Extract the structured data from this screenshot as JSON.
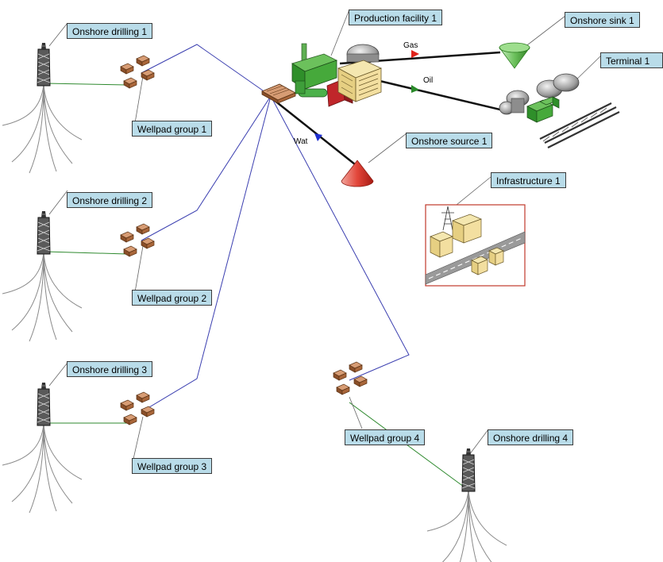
{
  "colors": {
    "label_fill": "#b9dce9",
    "pipeline_blue": "#3b3fb0",
    "connection_green": "#2f8a2f",
    "flow_black": "#111111",
    "gas_arrow": "#e0231b",
    "oil_arrow": "#2a8a2a",
    "water_arrow": "#1f2fd0",
    "infrastructure_border": "#c0392b"
  },
  "labels": {
    "onshore_drilling_1": "Onshore drilling 1",
    "onshore_drilling_2": "Onshore drilling 2",
    "onshore_drilling_3": "Onshore drilling 3",
    "onshore_drilling_4": "Onshore drilling 4",
    "wellpad_group_1": "Wellpad group  1",
    "wellpad_group_2": "Wellpad group 2",
    "wellpad_group_3": "Wellpad group 3",
    "wellpad_group_4": "Wellpad group 4",
    "production_facility_1": "Production facility 1",
    "onshore_sink_1": "Onshore sink 1",
    "terminal_1": "Terminal  1",
    "onshore_source_1": "Onshore source 1",
    "infrastructure_1": "Infrastructure  1"
  },
  "flows": {
    "gas": "Gas",
    "oil": "Oil",
    "water": "Wat"
  },
  "icons": {
    "drilling": "drilling-rig-icon",
    "wellpad": "wellpad-group-icon",
    "facility": "production-facility-icon",
    "sink": "sink-cone-icon",
    "source": "source-cone-icon",
    "terminal": "terminal-icon",
    "infrastructure": "infrastructure-icon"
  }
}
